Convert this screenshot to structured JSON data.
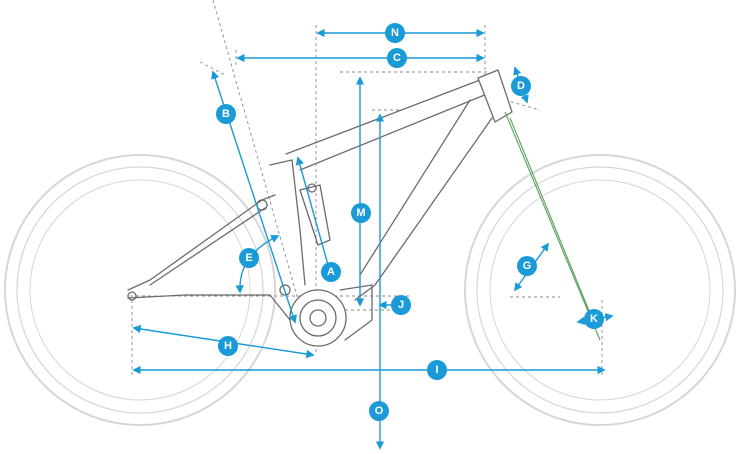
{
  "labels": {
    "A": "A",
    "B": "B",
    "C": "C",
    "D": "D",
    "E": "E",
    "G": "G",
    "H": "H",
    "I": "I",
    "J": "J",
    "K": "K",
    "M": "M",
    "N": "N",
    "O": "O"
  },
  "colors": {
    "dimension": "#1a9ad6",
    "frame": "#6b6b6b",
    "wheel": "#d6d6d6",
    "fork_axis": "#5aa05a"
  }
}
